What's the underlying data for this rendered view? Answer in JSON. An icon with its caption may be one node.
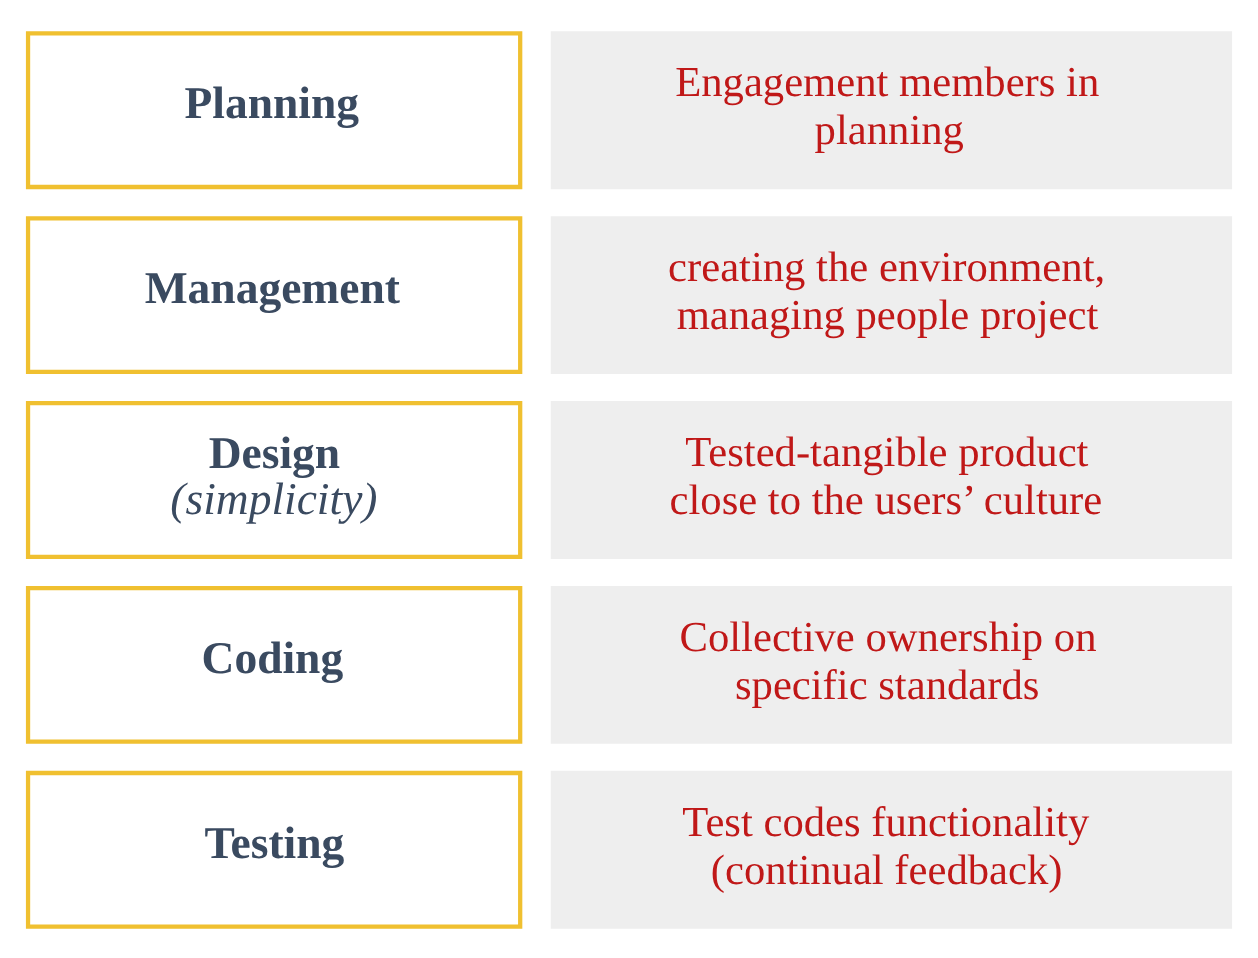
{
  "diagram": {
    "nodes": [
      {
        "text": [
          "Planning"
        ]
      },
      {
        "text": [
          "Engagement members in planning"
        ]
      },
      {
        "text": [
          "Management"
        ]
      },
      {
        "text": [
          "creating the environment, managing people project"
        ]
      },
      {
        "text": [
          "Design",
          "(simplicity)"
        ]
      },
      {
        "text": [
          "Tested-tangible product close to the users’ culture"
        ]
      },
      {
        "text": [
          "Coding"
        ]
      },
      {
        "text": [
          "Collective ownership on specific standards"
        ]
      },
      {
        "text": [
          "Testing"
        ]
      },
      {
        "text": [
          "Test codes functionality (continual feedback)"
        ]
      }
    ],
    "edges": []
  }
}
